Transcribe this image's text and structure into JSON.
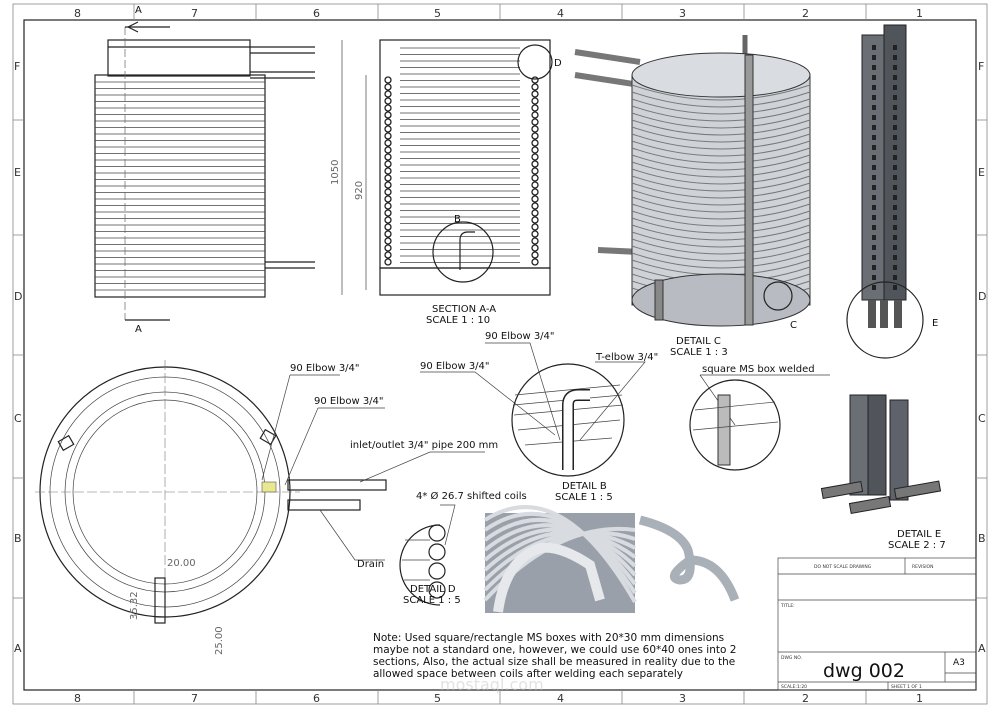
{
  "zones": {
    "columns": [
      "8",
      "7",
      "6",
      "5",
      "4",
      "3",
      "2",
      "1"
    ],
    "rows": [
      "F",
      "E",
      "D",
      "C",
      "B",
      "A"
    ]
  },
  "section_markers": {
    "top": "A",
    "bottom": "A"
  },
  "views": {
    "section_aa": {
      "title": "SECTION A-A",
      "scale": "SCALE 1 : 10",
      "dim_overall": "1050",
      "dim_inner": "920",
      "callout_b": "B",
      "callout_d": "D"
    },
    "detail_c": {
      "title": "DETAIL C",
      "scale": "SCALE 1 : 3",
      "callout": "C"
    },
    "detail_e": {
      "title": "DETAIL E",
      "scale": "SCALE 2 : 7",
      "callout": "E"
    },
    "detail_b": {
      "title": "DETAIL B",
      "scale": "SCALE 1 : 5"
    },
    "detail_d": {
      "title": "DETAIL D",
      "scale": "SCALE 1 : 5"
    }
  },
  "annotations": {
    "elbow_1": "90 Elbow 3/4\"",
    "elbow_2": "90 Elbow 3/4\"",
    "elbow_b1": "90 Elbow 3/4\"",
    "elbow_b2": "90 Elbow 3/4\"",
    "t_elbow": "T-elbow 3/4\"",
    "inlet_outlet": "inlet/outlet 3/4\" pipe 200 mm",
    "drain": "Drain",
    "coils": "4* Ø 26.7 shifted coils",
    "ms_box": "square MS box welded",
    "dim_20": "20.00",
    "dim_35": "35.32",
    "dim_25": "25.00"
  },
  "note": [
    "Note: Used square/rectangle MS boxes with 20*30 mm dimensions",
    "maybe not a standard one, however, we could use 60*40 ones into 2",
    "sections, Also, the actual size shall be measured in reality due to the",
    "allowed space between coils after welding each separately"
  ],
  "watermark": "mostaql.com",
  "title_block": {
    "do_not_scale": "DO NOT SCALE DRAWING",
    "revision": "REVISION",
    "title_label": "TITLE:",
    "dwg_no_label": "DWG NO.",
    "dwg_no": "dwg 002",
    "size": "A3",
    "scale": "SCALE:1:20",
    "sheet": "SHEET 1 OF 1"
  }
}
